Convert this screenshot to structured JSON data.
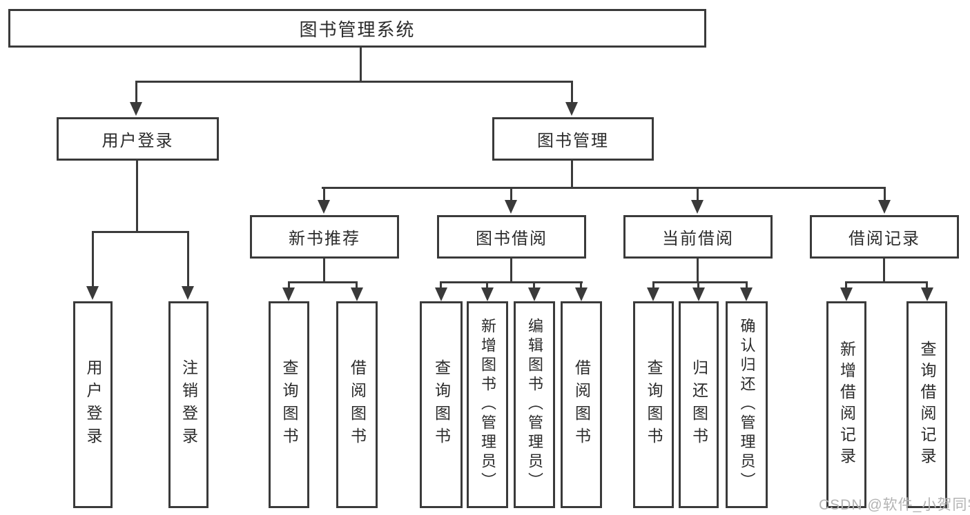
{
  "diagram": {
    "root": {
      "label": "图书管理系统"
    },
    "branches": [
      {
        "label": "用户登录",
        "children": [
          {
            "label": "用户登录"
          },
          {
            "label": "注销登录"
          }
        ]
      },
      {
        "label": "图书管理",
        "modules": [
          {
            "label": "新书推荐",
            "children": [
              {
                "label": "查询图书"
              },
              {
                "label": "借阅图书"
              }
            ]
          },
          {
            "label": "图书借阅",
            "children": [
              {
                "label": "查询图书"
              },
              {
                "label": "新增图书（管理员）"
              },
              {
                "label": "编辑图书（管理员）"
              },
              {
                "label": "借阅图书"
              }
            ]
          },
          {
            "label": "当前借阅",
            "children": [
              {
                "label": "查询图书"
              },
              {
                "label": "归还图书"
              },
              {
                "label": "确认归还（管理员）"
              }
            ]
          },
          {
            "label": "借阅记录",
            "children": [
              {
                "label": "新增借阅记录"
              },
              {
                "label": "查询借阅记录"
              }
            ]
          }
        ]
      }
    ]
  },
  "icons": {
    "arrow": "arrow-down-icon"
  },
  "watermark": {
    "text": "CSDN @软件_小贺同学"
  },
  "colors": {
    "background": "#ffffff",
    "line": "#3a3a3a",
    "box_border": "#3a3a3a",
    "box_fill": "#ffffff",
    "text": "#2b2b2b",
    "watermark_text": "#b3b3b3"
  }
}
